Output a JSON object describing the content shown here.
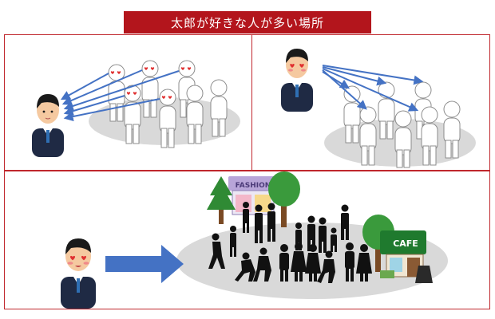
{
  "header": {
    "title": "太郎が好きな人が多い場所"
  },
  "bottom": {
    "fashion_sign": "FASHION",
    "cafe_sign": "CAFE"
  },
  "colors": {
    "title_bg": "#b3151c",
    "border": "#c0272d",
    "arrow": "#4472c4",
    "ground": "#d9d9d9",
    "suit": "#1f2a44"
  },
  "icons": [
    "man-in-suit-icon",
    "heart-eyes-icon",
    "faceless-person-icon",
    "crowd-silhouette-icon",
    "tree-icon",
    "fashion-store-icon",
    "cafe-icon",
    "right-arrow-icon"
  ]
}
